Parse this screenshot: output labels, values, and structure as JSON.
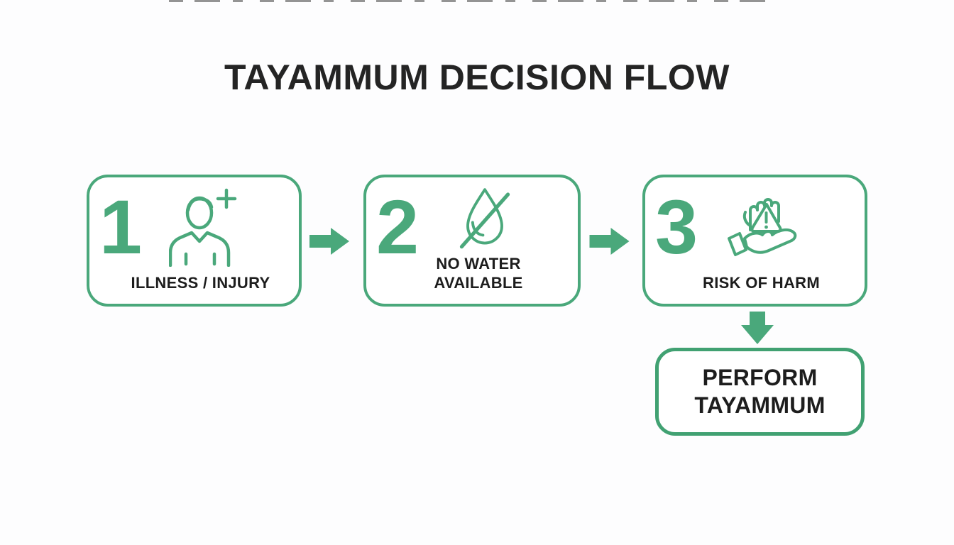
{
  "title": "TAYAMMUM DECISION FLOW",
  "colors": {
    "green": "#4AA87B",
    "green_dark": "#41A172",
    "title_text": "#242424",
    "label_text": "#1D1D1D",
    "background": "#FDFDFE"
  },
  "steps": [
    {
      "number": "1",
      "label": "ILLNESS / INJURY",
      "icon": "patient-plus-icon"
    },
    {
      "number": "2",
      "label": "NO WATER\nAVAILABLE",
      "icon": "no-water-icon"
    },
    {
      "number": "3",
      "label": "RISK OF HARM",
      "icon": "hand-warning-icon"
    }
  ],
  "result": {
    "label": "PERFORM\nTAYAMMUM"
  },
  "arrows": [
    {
      "name": "arrow-right-1",
      "direction": "right"
    },
    {
      "name": "arrow-right-2",
      "direction": "right"
    },
    {
      "name": "arrow-down-1",
      "direction": "down"
    }
  ]
}
